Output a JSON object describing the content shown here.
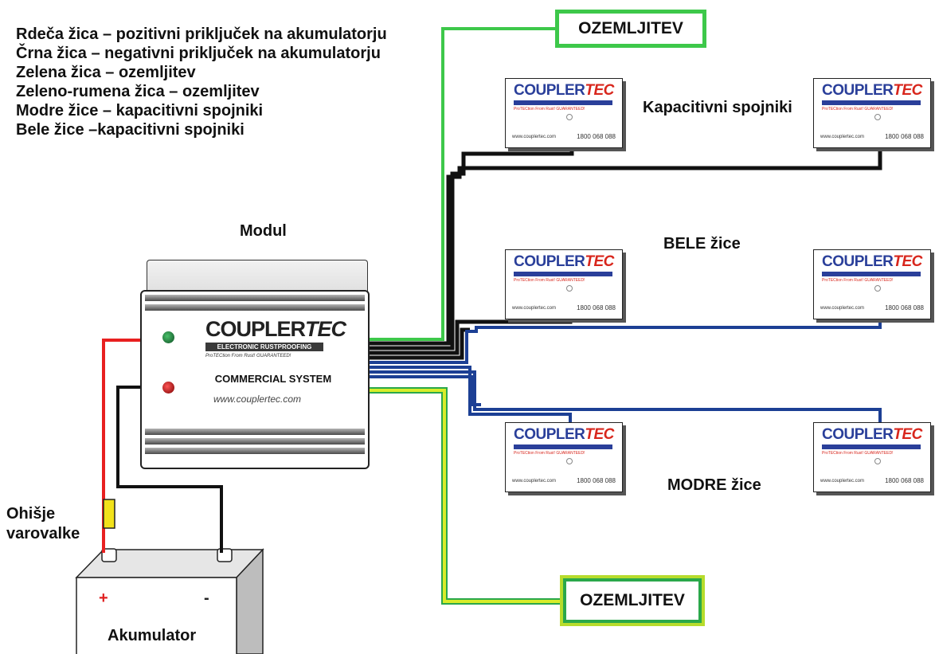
{
  "legend": {
    "lines": [
      "Rdeča žica – pozitivni priključek na akumulatorju",
      "Črna žica – negativni priključek na akumulatorju",
      "Zelena žica – ozemljitev",
      "Zeleno-rumena žica – ozemljitev",
      "Modre žice – kapacitivni spojniki",
      "Bele žice –kapacitivni spojniki"
    ]
  },
  "labels": {
    "module": "Modul",
    "capacitive": "Kapacitivni spojniki",
    "white_wires": "BELE žice",
    "blue_wires": "MODRE žice",
    "fuse_line1": "Ohišje",
    "fuse_line2": "varovalke",
    "battery": "Akumulator",
    "battery_plus": "+",
    "battery_minus": "-"
  },
  "ground": {
    "top": "OZEMLJITEV",
    "bottom": "OZEMLJITEV"
  },
  "module": {
    "brand_main": "COUPLER",
    "brand_accent": "TEC",
    "band": "ELECTRONIC RUSTPROOFING",
    "tagline": "ProTECtion From Rust! GUARANTEED!",
    "system": "COMMERCIAL SYSTEM",
    "url": "www.couplertec.com"
  },
  "coupler": {
    "brand_main": "COUPLER",
    "brand_accent": "TEC",
    "tagline": "ProTECtion From Rust! GUARANTEED!",
    "url": "www.couplertec.com",
    "phone": "1800 068 088"
  },
  "colors": {
    "red_wire": "#e82020",
    "black_wire": "#111111",
    "green_wire": "#3dc84a",
    "yellow_green_wire": "#c8e020",
    "blue_wire": "#1c3f94",
    "brand_blue": "#2a3f9a",
    "brand_red": "#d8261c"
  }
}
